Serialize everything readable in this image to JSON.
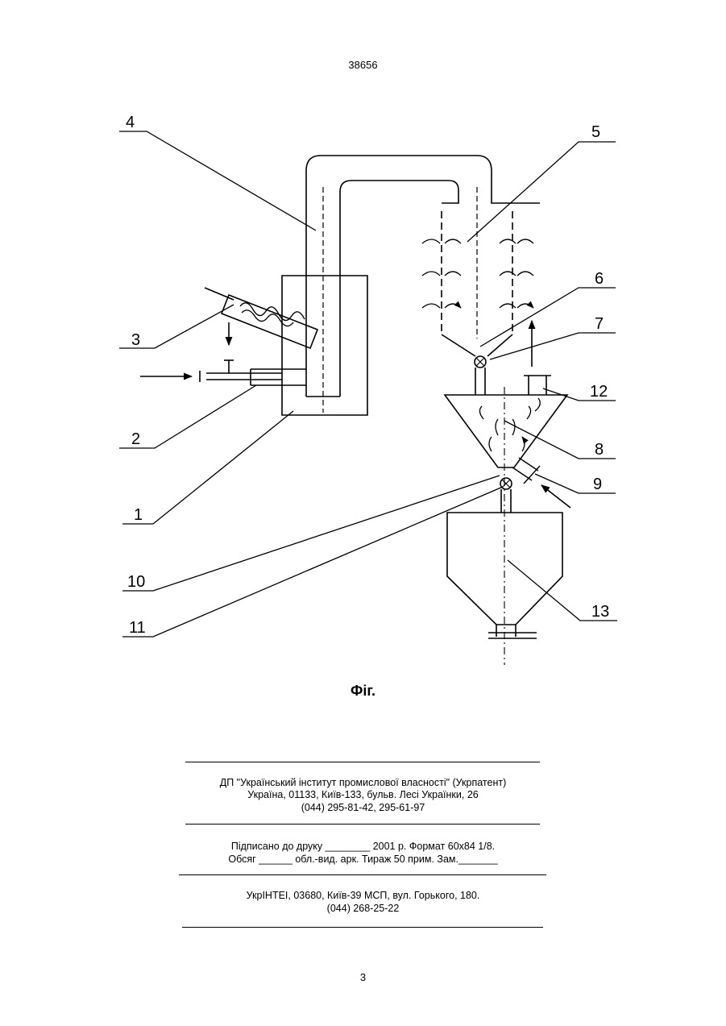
{
  "header": {
    "document_number": "38656"
  },
  "figure": {
    "labels": [
      "1",
      "2",
      "3",
      "4",
      "5",
      "6",
      "7",
      "8",
      "9",
      "10",
      "11",
      "12",
      "13"
    ],
    "caption": "Фіг."
  },
  "imprint": {
    "publisher_name": "ДП \"Український інститут промислової власності\" (Укрпатент)",
    "publisher_address": "Україна, 01133, Київ-133, бульв. Лесі Українки, 26",
    "publisher_phone": "(044) 295-81-42, 295-61-97",
    "signed_line": "Підписано до друку ________ 2001 р.    Формат 60х84 1/8.",
    "volume_line": "Обсяг ______ обл.-вид. арк.   Тираж 50 прим.    Зам._______",
    "printer_line": "УкрІНТЕІ, 03680, Київ-39 МСП, вул. Горького, 180.",
    "printer_phone": "(044) 268-25-22"
  },
  "footer": {
    "page_number": "3"
  }
}
